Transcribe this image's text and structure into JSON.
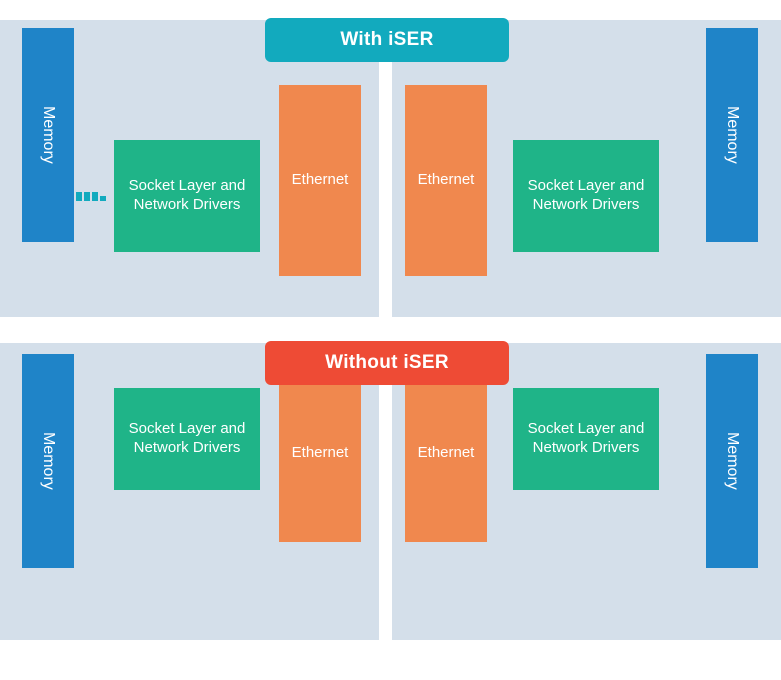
{
  "diagram": {
    "title_top": "With iSER",
    "title_bottom": "Without iSER",
    "colors": {
      "panel_background": "#d4dfea",
      "memory": "#1f84c8",
      "socket": "#1fb488",
      "ethernet": "#f0884e",
      "badge_teal": "#12aabe",
      "badge_red": "#ee4b35",
      "text": "#ffffff",
      "canvas": "#ffffff"
    },
    "sections": [
      {
        "id": "with-iser",
        "badge_label": "With iSER",
        "badge_color": "teal",
        "has_connector": true,
        "left_panel": {
          "memory_label": "Memory",
          "socket_label": "Socket Layer and Network Drivers",
          "ethernet_label": "Ethernet"
        },
        "right_panel": {
          "memory_label": "Memory",
          "socket_label": "Socket Layer and Network Drivers",
          "ethernet_label": "Ethernet"
        }
      },
      {
        "id": "without-iser",
        "badge_label": "Without iSER",
        "badge_color": "red",
        "has_connector": false,
        "left_panel": {
          "memory_label": "Memory",
          "socket_label": "Socket Layer and Network Drivers",
          "ethernet_label": "Ethernet"
        },
        "right_panel": {
          "memory_label": "Memory",
          "socket_label": "Socket Layer and Network Drivers",
          "ethernet_label": "Ethernet"
        }
      }
    ]
  }
}
